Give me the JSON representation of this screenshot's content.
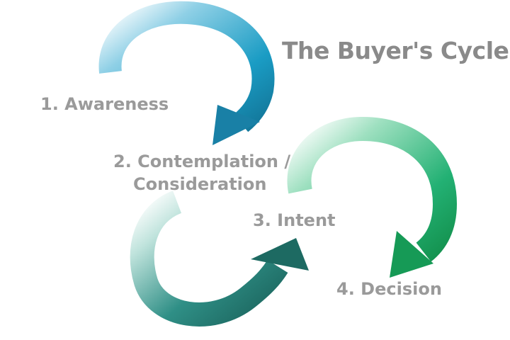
{
  "title": "The Buyer's Cycle",
  "stages": [
    {
      "label": "1. Awareness"
    },
    {
      "label": "2. Contemplation /",
      "label_line2": "Consideration"
    },
    {
      "label": "3. Intent"
    },
    {
      "label": "4. Decision"
    }
  ],
  "colors": {
    "text": "#9a9a9a",
    "arrow_blue": "#1a8fb4",
    "arrow_green": "#1aa86a",
    "arrow_teal": "#1f6f68"
  }
}
